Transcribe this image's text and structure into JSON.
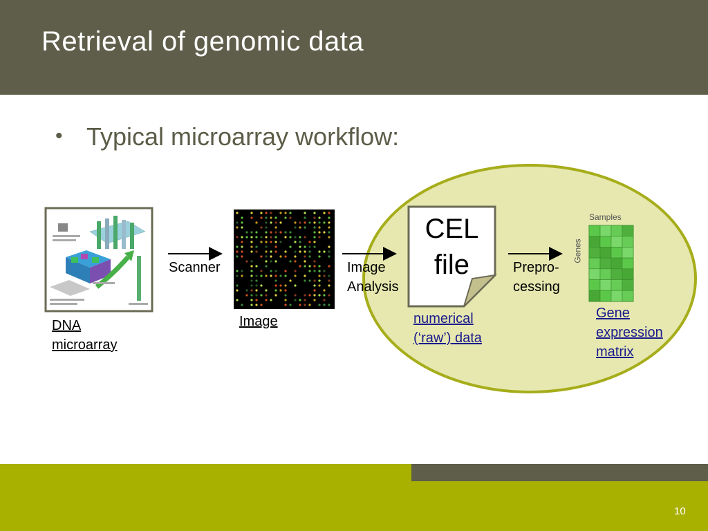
{
  "slide": {
    "title": "Retrieval of genomic data",
    "bullet": "Typical microarray workflow:",
    "page_number": "10"
  },
  "workflow": {
    "microarray_label_line1": "DNA",
    "microarray_label_line2": "microarray",
    "scanner_label": "Scanner",
    "image_label": "Image",
    "analysis_label_line1": "Image",
    "analysis_label_line2": "Analysis",
    "cel_line1": "CEL",
    "cel_line2": "file",
    "raw_line1": "numerical",
    "raw_line2": "(‘raw’) data",
    "prepro_line1": "Prepro-",
    "prepro_line2": "cessing",
    "samples_label": "Samples",
    "genes_label": "Genes",
    "matrix_line1": "Gene",
    "matrix_line2": "expression",
    "matrix_line3": "matrix"
  },
  "colors": {
    "header": "#5e5e4a",
    "footer": "#a8b000",
    "ellipse_fill": "#e6e8b0",
    "ellipse_stroke": "#a6ad1a",
    "link": "#1a1a8c",
    "matrix_green": "#5cc84a"
  }
}
